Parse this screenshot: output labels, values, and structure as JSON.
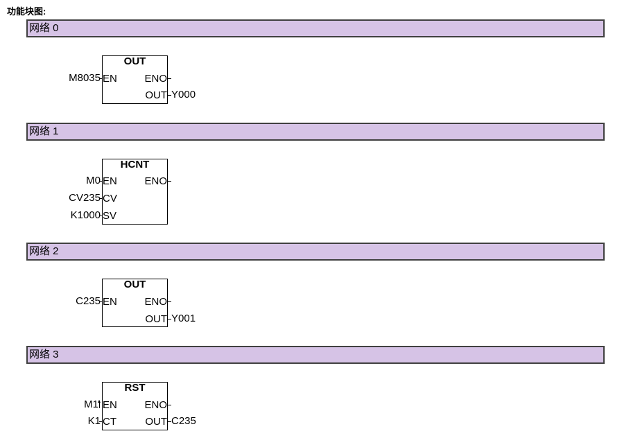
{
  "title": "功能块图:",
  "networks": [
    {
      "label": "网络 0",
      "block": {
        "name": "OUT",
        "inputs": [
          {
            "pin": "EN",
            "operand": "M8035"
          }
        ],
        "outputs": [
          {
            "pin": "ENO",
            "operand": ""
          },
          {
            "pin": "OUT",
            "operand": "Y000"
          }
        ]
      }
    },
    {
      "label": "网络 1",
      "block": {
        "name": "HCNT",
        "inputs": [
          {
            "pin": "EN",
            "operand": "M0"
          },
          {
            "pin": "CV",
            "operand": "CV235"
          },
          {
            "pin": "SV",
            "operand": "K1000"
          }
        ],
        "outputs": [
          {
            "pin": "ENO",
            "operand": ""
          }
        ]
      }
    },
    {
      "label": "网络 2",
      "block": {
        "name": "OUT",
        "inputs": [
          {
            "pin": "EN",
            "operand": "C235"
          }
        ],
        "outputs": [
          {
            "pin": "ENO",
            "operand": ""
          },
          {
            "pin": "OUT",
            "operand": "Y001"
          }
        ]
      }
    },
    {
      "label": "网络 3",
      "block": {
        "name": "RST",
        "inputs": [
          {
            "pin": "EN",
            "operand": "M1",
            "rising_edge": true
          },
          {
            "pin": "CT",
            "operand": "K1"
          }
        ],
        "outputs": [
          {
            "pin": "ENO",
            "operand": ""
          },
          {
            "pin": "OUT",
            "operand": "C235"
          }
        ]
      }
    }
  ]
}
